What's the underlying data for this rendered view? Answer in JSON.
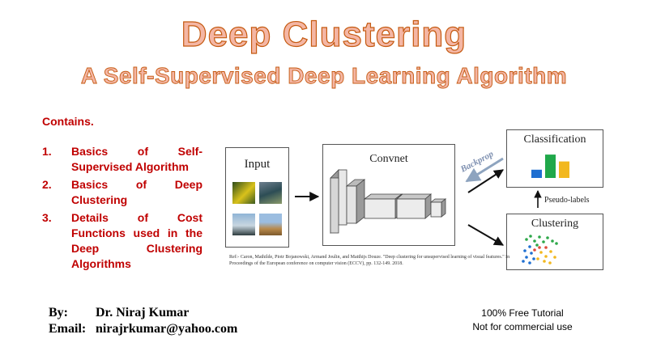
{
  "header": {
    "title": "Deep Clustering",
    "subtitle": "A Self-Supervised Deep Learning Algorithm"
  },
  "contents": {
    "heading": "Contains.",
    "items": [
      {
        "num": "1.",
        "text": "Basics of Self-Supervised Algorithm"
      },
      {
        "num": "2.",
        "text": "Basics of Deep Clustering"
      },
      {
        "num": "3.",
        "text": "Details of Cost Functions used in the Deep Clustering Algorithms"
      }
    ]
  },
  "figure": {
    "input_label": "Input",
    "convnet_label": "Convnet",
    "classification_label": "Classification",
    "clustering_label": "Clustering",
    "backprop_label": "Backprop",
    "pseudo_labels_label": "Pseudo-labels",
    "bar_colors": [
      "#1f6fd1",
      "#20a84a",
      "#f2b81f"
    ],
    "bar_values": [
      0.3,
      0.85,
      0.6
    ]
  },
  "reference": "Ref:- Caron, Mathilde, Piotr Bojanowski, Armand Joulin, and Matthijs Douze. \"Deep clustering for unsupervised learning of visual features.\" In Proceedings of the European conference on computer vision (ECCV), pp. 132-149. 2018.",
  "footer": {
    "by_label": "By:",
    "author": "Dr. Niraj Kumar",
    "email_label": "Email:",
    "email": "nirajrkumar@yahoo.com",
    "note_line1": "100%  Free Tutorial",
    "note_line2": "Not for commercial use"
  }
}
